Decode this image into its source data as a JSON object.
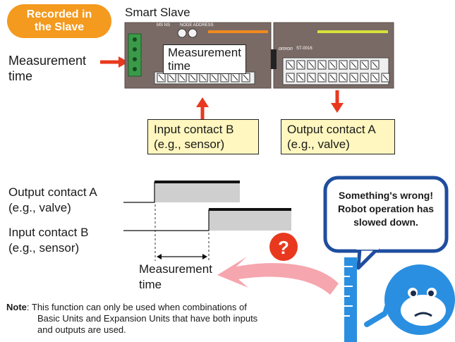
{
  "badge": {
    "line1": "Recorded in",
    "line2": "the Slave"
  },
  "device_title": "Smart Slave",
  "left_label": {
    "line1": "Measurement",
    "line2": "time"
  },
  "device_callout": {
    "line1": "Measurement",
    "line2": "time"
  },
  "device_small_text": {
    "ms_ns": "MS NS",
    "node": "NODE ADDRESS",
    "brand": "omron",
    "model": "ST-0016"
  },
  "input_box": {
    "line1": "Input contact B",
    "line2": "(e.g., sensor)"
  },
  "output_box": {
    "line1": "Output contact A",
    "line2": "(e.g., valve)"
  },
  "timing": {
    "output_label": {
      "line1": "Output contact A",
      "line2": "(e.g., valve)"
    },
    "input_label": {
      "line1": "Input contact B",
      "line2": "(e.g., sensor)"
    },
    "measure_label": {
      "line1": "Measurement",
      "line2": "time"
    }
  },
  "bubble": {
    "line1": "Something's wrong!",
    "line2": "Robot operation has",
    "line3": "slowed down."
  },
  "question_mark": "?",
  "note": {
    "label": "Note",
    "line1": ": This function can only be used when combinations of",
    "line2": "Basic Units and Expansion Units that have both inputs",
    "line3": "and outputs are used."
  },
  "colors": {
    "badge": "#f39a1f",
    "arrow_red": "#e8391f",
    "device": "#7a6a66",
    "callout_fill": "#fff7bf",
    "bubble_border": "#1f4e9e",
    "robot_blue": "#2a8fe0"
  }
}
